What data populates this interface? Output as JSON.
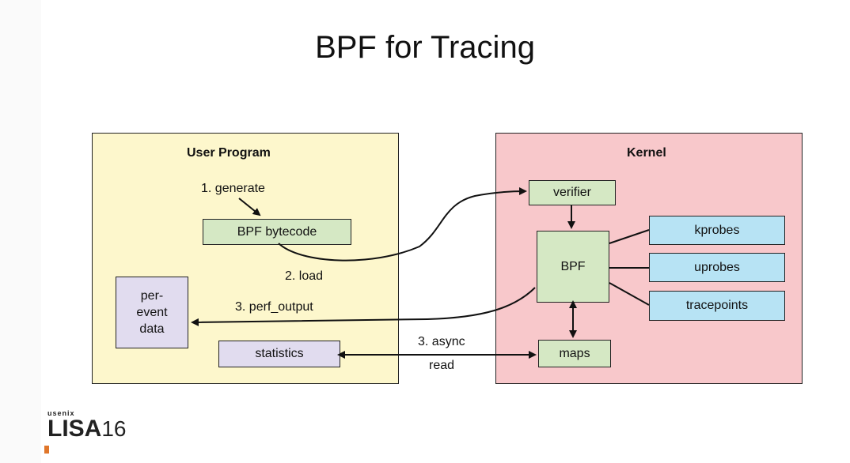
{
  "title": "BPF for Tracing",
  "user_program": {
    "title": "User Program",
    "generate_label": "1. generate",
    "bytecode_box": "BPF bytecode",
    "per_event_box": [
      "per-",
      "event",
      "data"
    ],
    "statistics_box": "statistics"
  },
  "kernel": {
    "title": "Kernel",
    "verifier_box": "verifier",
    "bpf_box": "BPF",
    "maps_box": "maps",
    "kprobes_box": "kprobes",
    "uprobes_box": "uprobes",
    "tracepoints_box": "tracepoints"
  },
  "edges": {
    "load_label": "2. load",
    "perf_output_label": "3. perf_output",
    "async_label_line1": "3. async",
    "async_label_line2": "read"
  },
  "logo": {
    "small": "usenix",
    "brand": "LISA",
    "number": "16"
  },
  "colors": {
    "user_panel": "#fdf7cc",
    "kernel_panel": "#f8c8cb",
    "green_box": "#d5e8c4",
    "blue_box": "#b7e3f4",
    "purple_box": "#e1dcef"
  }
}
